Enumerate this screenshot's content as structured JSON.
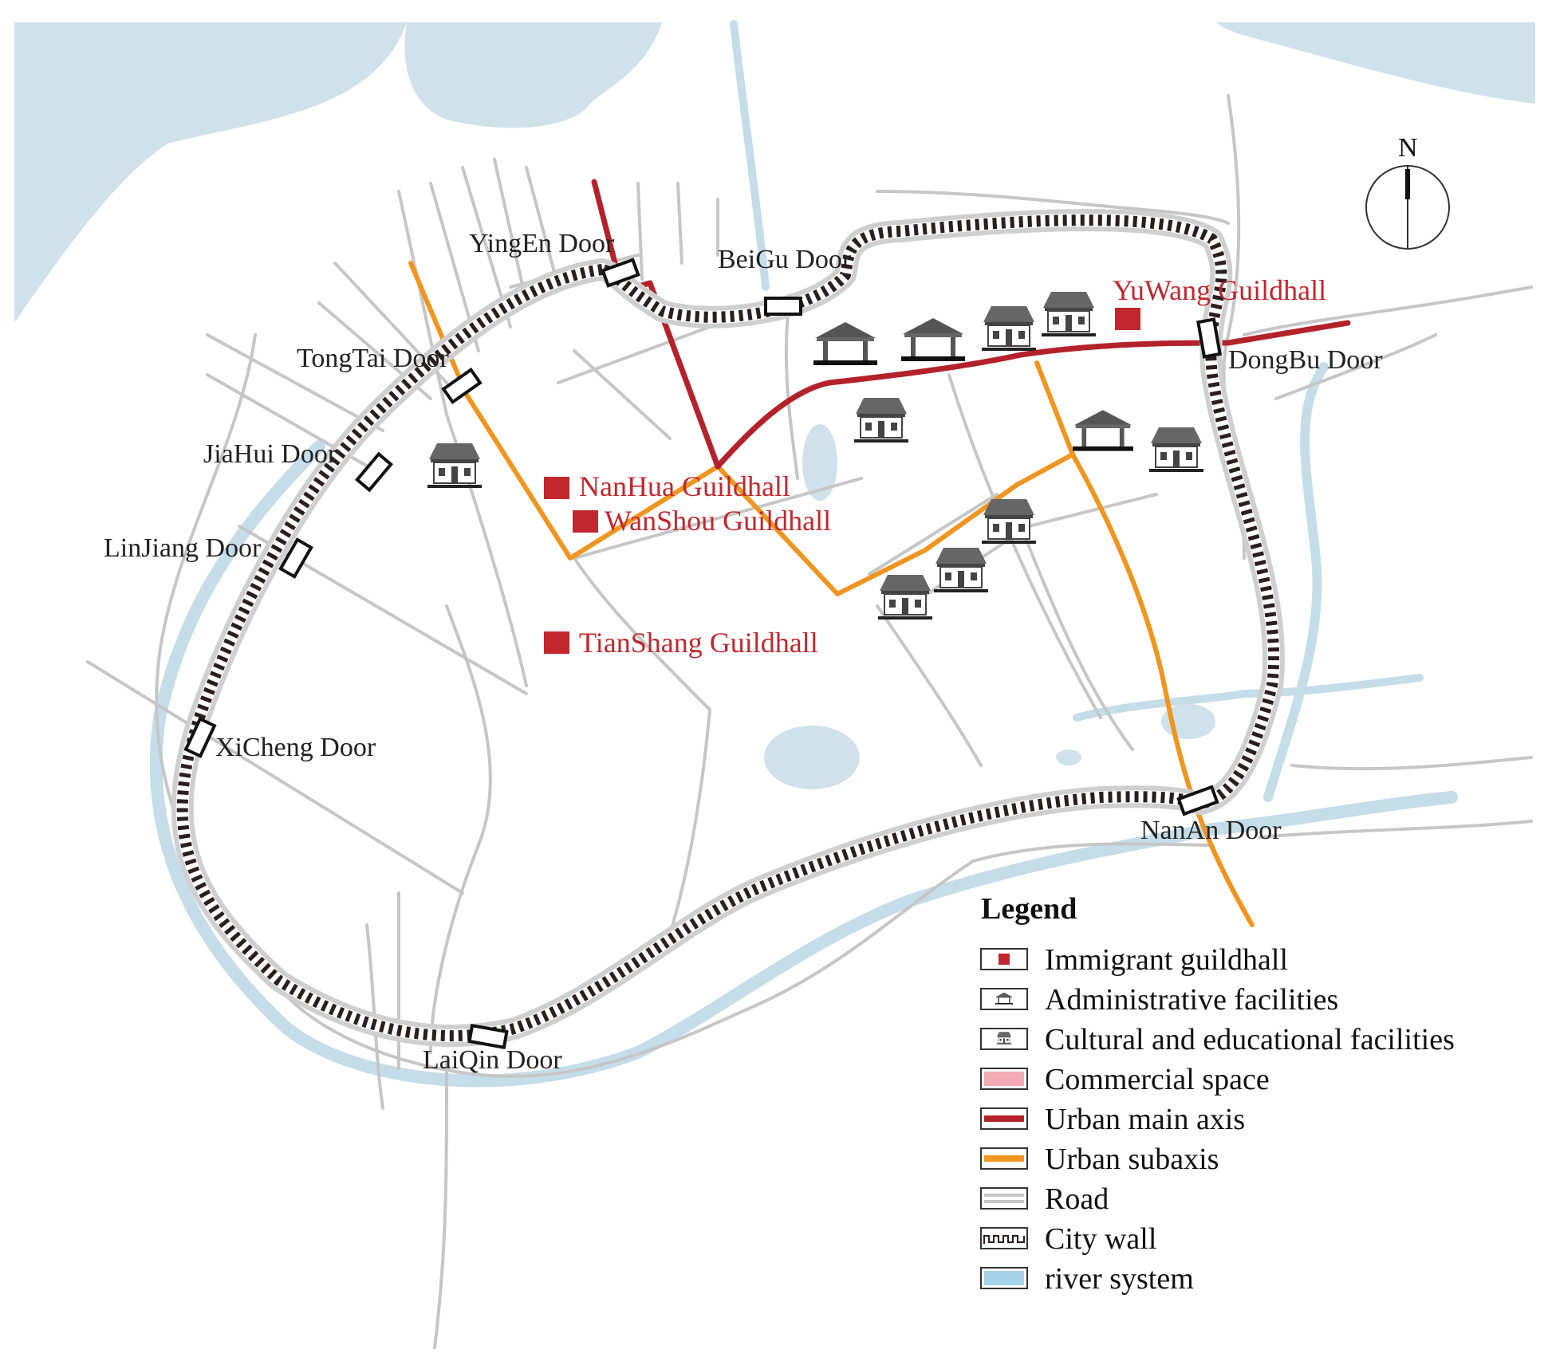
{
  "colors": {
    "water": "#cfe2ea",
    "river": "#bcd9e8",
    "road": "#c6c6c6",
    "main_axis": "#b3222b",
    "sub_axis": "#f0951f",
    "wall": "#2a1e1e",
    "guildhall": "#c1272d",
    "commercial": "#f2aab3",
    "river_swatch": "#a7d3ea"
  },
  "compass": {
    "label": "N"
  },
  "doors": {
    "yingen": "YingEn Door",
    "beigu": "BeiGu Door",
    "tongtai": "TongTai Door",
    "jiahui": "JiaHui Door",
    "linjiang": "LinJiang Door",
    "xicheng": "XiCheng Door",
    "laiqin": "LaiQin Door",
    "nanan": "NanAn Door",
    "dongbu": "DongBu Door"
  },
  "guildhalls": {
    "yuwang": "YuWang Guildhall",
    "nanhua": "NanHua Guildhall",
    "wanshou": "WanShou Guildhall",
    "tianshang": "TianShang Guildhall"
  },
  "legend": {
    "title": "Legend",
    "items": [
      {
        "label": "Immigrant guildhall",
        "icon": "guildhall-square-icon"
      },
      {
        "label": "Administrative facilities",
        "icon": "pavilion-icon"
      },
      {
        "label": "Cultural and educational facilities",
        "icon": "house-icon"
      },
      {
        "label": "Commercial space",
        "icon": "pink-fill-swatch"
      },
      {
        "label": "Urban main axis",
        "icon": "red-line-swatch"
      },
      {
        "label": "Urban subaxis",
        "icon": "orange-line-swatch"
      },
      {
        "label": "Road",
        "icon": "double-gray-line-swatch"
      },
      {
        "label": "City wall",
        "icon": "crenellation-swatch"
      },
      {
        "label": "river system",
        "icon": "blue-fill-swatch"
      }
    ]
  }
}
